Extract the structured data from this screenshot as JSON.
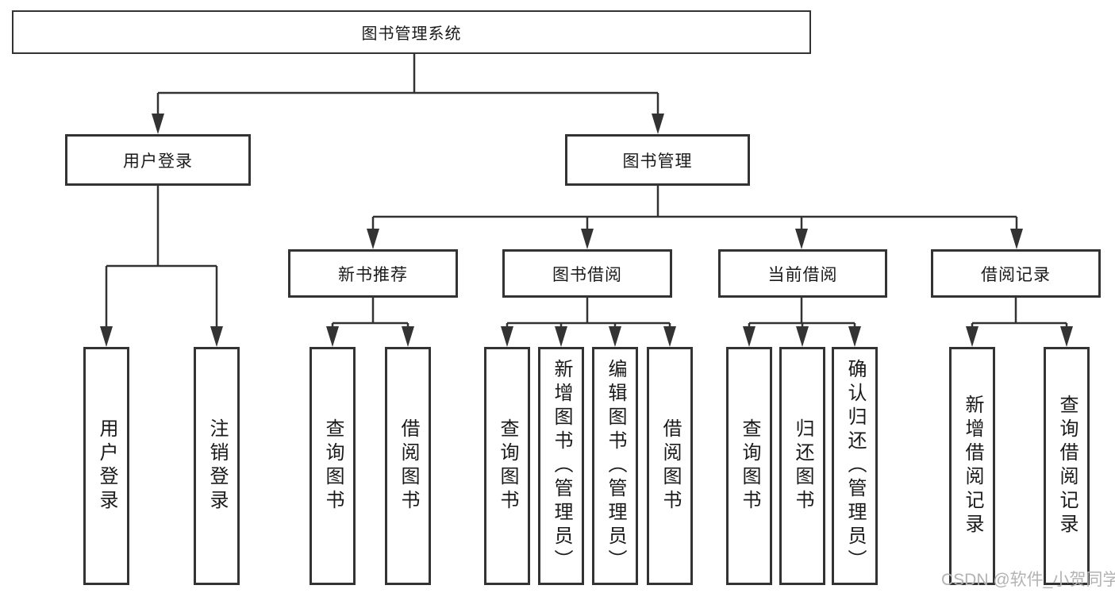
{
  "diagram": {
    "root": {
      "label": "图书管理系统"
    },
    "level1": [
      {
        "label": "用户登录"
      },
      {
        "label": "图书管理"
      }
    ],
    "level2": [
      {
        "label": "新书推荐"
      },
      {
        "label": "图书借阅"
      },
      {
        "label": "当前借阅"
      },
      {
        "label": "借阅记录"
      }
    ],
    "leaves": [
      {
        "label": "用户登录"
      },
      {
        "label": "注销登录"
      },
      {
        "label": "查询图书"
      },
      {
        "label": "借阅图书"
      },
      {
        "label": "查询图书"
      },
      {
        "label": "新增图书（管理员）"
      },
      {
        "label": "编辑图书（管理员）"
      },
      {
        "label": "借阅图书"
      },
      {
        "label": "查询图书"
      },
      {
        "label": "归还图书"
      },
      {
        "label": "确认归还（管理员）"
      },
      {
        "label": "新增借阅记录"
      },
      {
        "label": "查询借阅记录"
      }
    ]
  },
  "colors": {
    "line": "#333333",
    "text": "#1a1a1a",
    "watermark": "#b3b3b3",
    "background": "#ffffff"
  },
  "watermark": {
    "text": "CSDN @软件_小贺同学"
  }
}
